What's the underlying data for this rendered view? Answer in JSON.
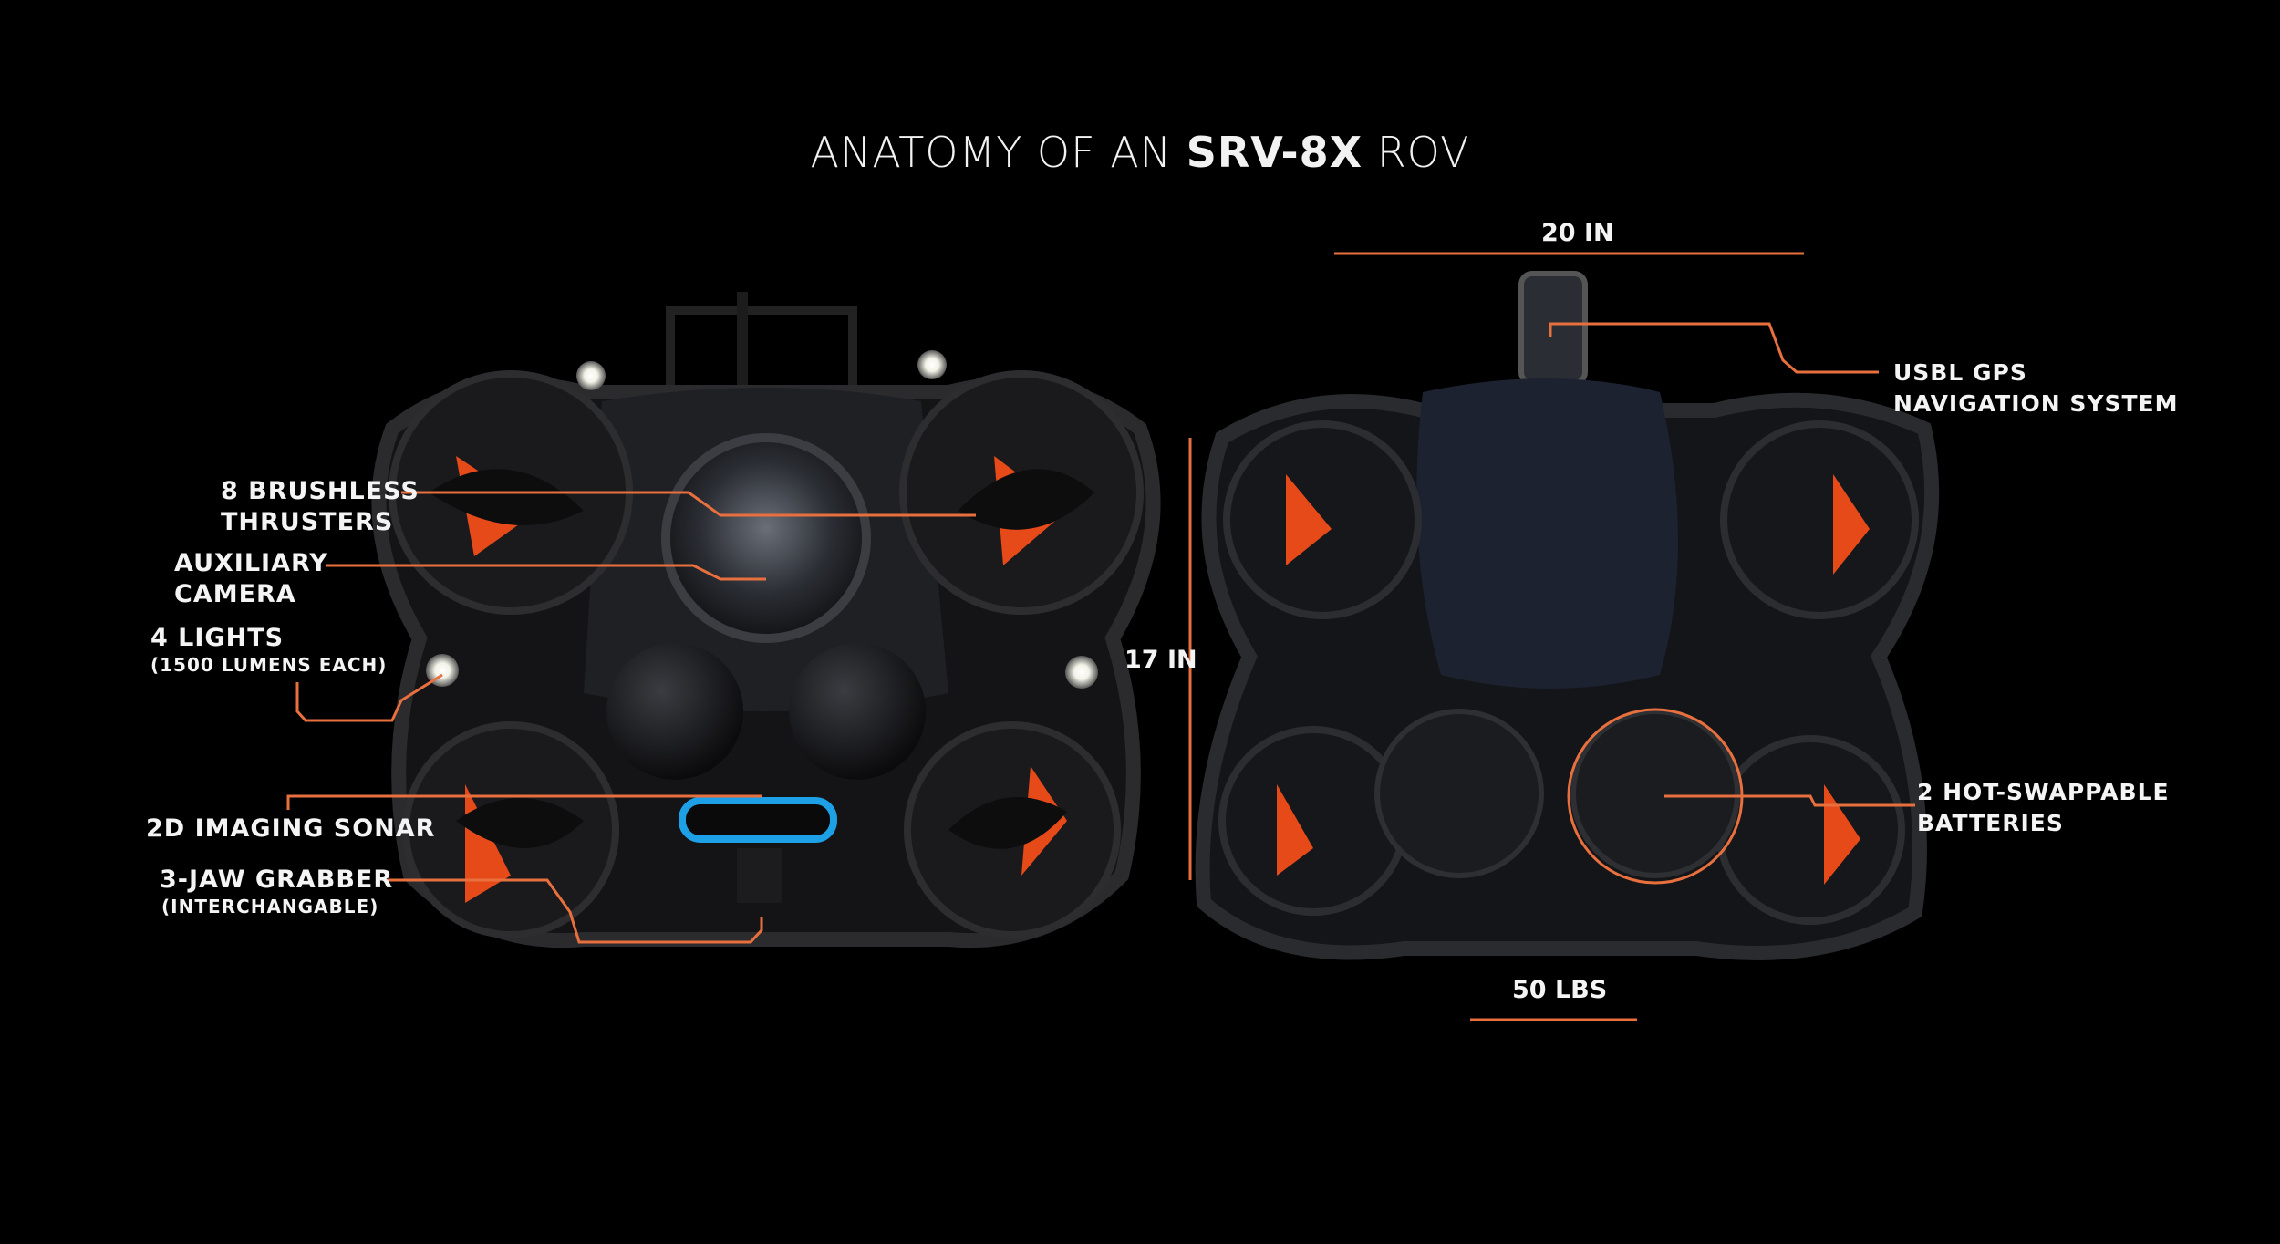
{
  "title": {
    "prefix": "ANATOMY OF AN ",
    "model": "SRV-8X",
    "suffix": " ROV"
  },
  "accent_color": "#e8703e",
  "front_labels": {
    "thrusters": [
      "8 BRUSHLESS",
      "THRUSTERS"
    ],
    "camera": [
      "AUXILIARY",
      "CAMERA"
    ],
    "lights": {
      "main": "4 LIGHTS",
      "sub": "(1500 LUMENS EACH)"
    },
    "sonar": "2D IMAGING SONAR",
    "grabber": {
      "main": "3-JAW GRABBER",
      "sub": "(INTERCHANGABLE)"
    }
  },
  "dimensions": {
    "width": "20 IN",
    "height": "17 IN",
    "weight": "50 LBS"
  },
  "rear_labels": {
    "usbl": [
      "USBL GPS",
      "NAVIGATION SYSTEM"
    ],
    "batteries": [
      "2 HOT-SWAPPABLE",
      "BATTERIES"
    ]
  }
}
